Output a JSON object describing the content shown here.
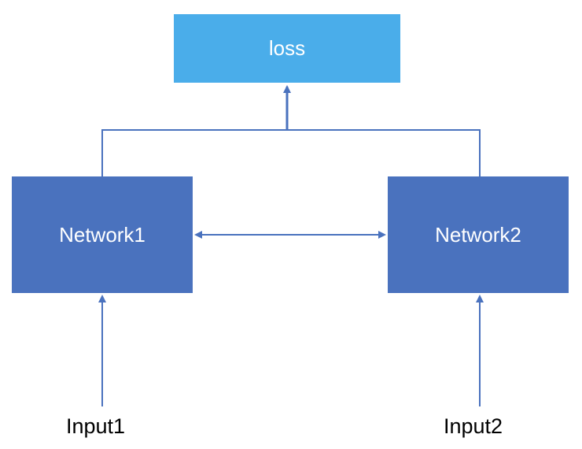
{
  "colors": {
    "loss_fill": "#4AADEA",
    "network_fill": "#4A72BE",
    "connector": "#4A72BE",
    "input_text": "#000000"
  },
  "nodes": {
    "loss": {
      "label": "loss"
    },
    "network1": {
      "label": "Network1"
    },
    "network2": {
      "label": "Network2"
    },
    "input1": {
      "label": "Input1"
    },
    "input2": {
      "label": "Input2"
    }
  },
  "edges": [
    {
      "from": "input1",
      "to": "network1",
      "type": "arrow"
    },
    {
      "from": "input2",
      "to": "network2",
      "type": "arrow"
    },
    {
      "from": "network1",
      "to": "network2",
      "type": "bidirectional-arrow"
    },
    {
      "from": "network1",
      "to": "loss",
      "type": "merge-arrow"
    },
    {
      "from": "network2",
      "to": "loss",
      "type": "merge-arrow"
    }
  ]
}
